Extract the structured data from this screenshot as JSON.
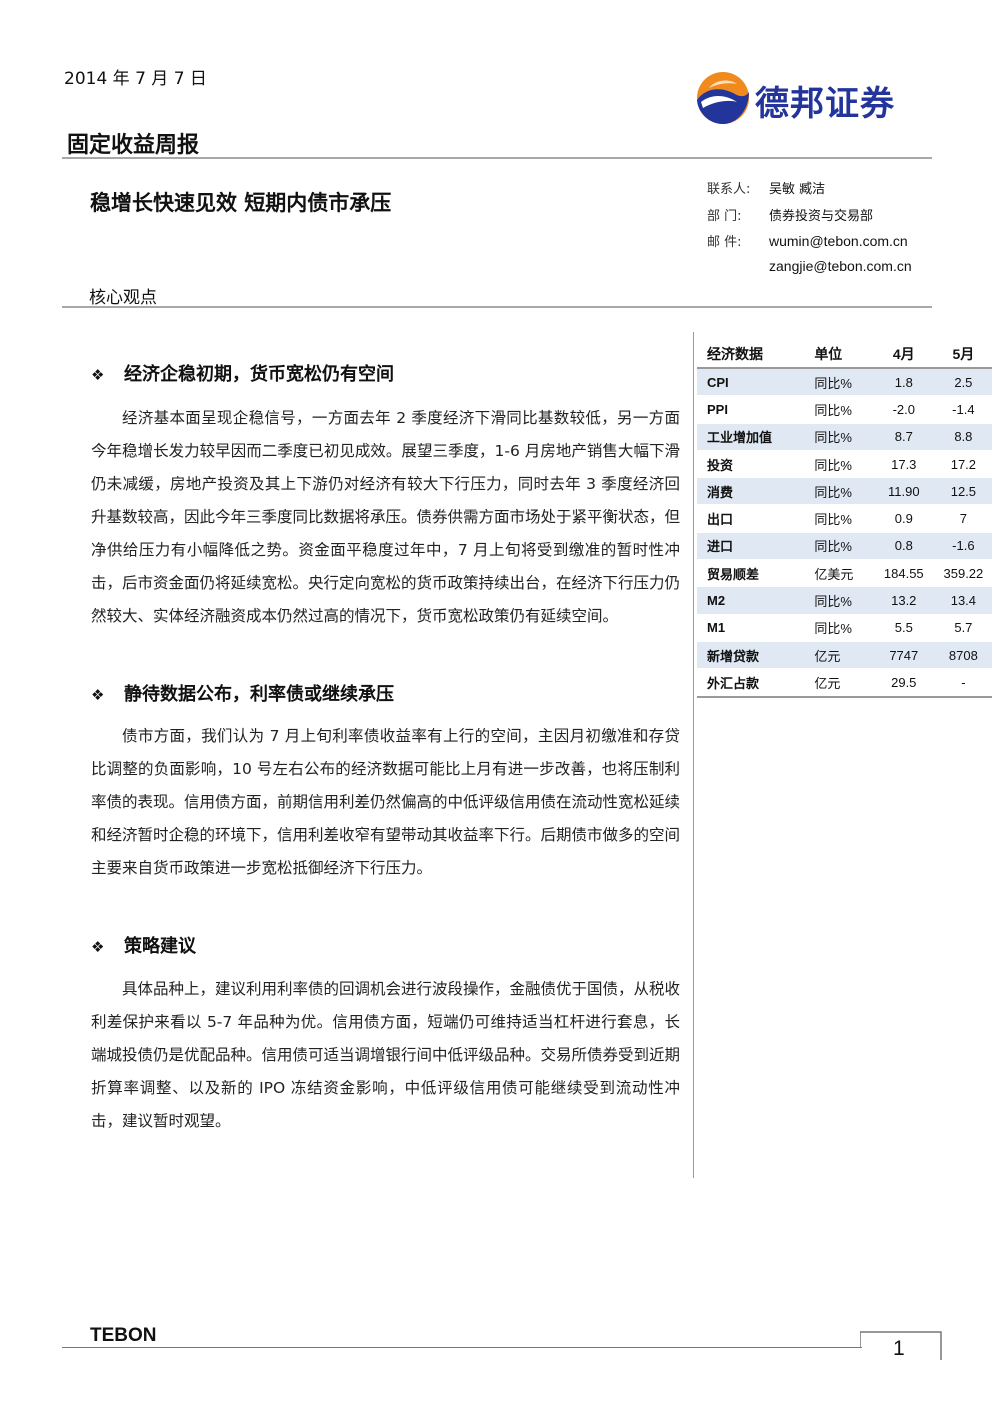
{
  "header": {
    "date": "2014 年 7 月 7 日",
    "logo_text": "德邦证券",
    "report_type": "固定收益周报"
  },
  "headline": "稳增长快速见效  短期内债市承压",
  "contact": {
    "contact_label": "联系人:",
    "contact_value": "吴敏  臧洁",
    "dept_label": "部   门:",
    "dept_value": "债券投资与交易部",
    "email_label": "邮   件:",
    "email_1": "wumin@tebon.com.cn",
    "email_2": "zangjie@tebon.com.cn"
  },
  "core_title": "核心观点",
  "bullet": "❖",
  "sections": [
    {
      "title": "经济企稳初期，货币宽松仍有空间",
      "text": "经济基本面呈现企稳信号，一方面去年 2 季度经济下滑同比基数较低，另一方面今年稳增长发力较早因而二季度已初见成效。展望三季度，1-6 月房地产销售大幅下滑仍未减缓，房地产投资及其上下游仍对经济有较大下行压力，同时去年 3 季度经济回升基数较高，因此今年三季度同比数据将承压。债券供需方面市场处于紧平衡状态，但净供给压力有小幅降低之势。资金面平稳度过年中，7 月上旬将受到缴准的暂时性冲击，后市资金面仍将延续宽松。央行定向宽松的货币政策持续出台，在经济下行压力仍然较大、实体经济融资成本仍然过高的情况下，货币宽松政策仍有延续空间。"
    },
    {
      "title": "静待数据公布，利率债或继续承压",
      "text": "债市方面，我们认为 7 月上旬利率债收益率有上行的空间，主因月初缴准和存贷比调整的负面影响，10 号左右公布的经济数据可能比上月有进一步改善，也将压制利率债的表现。信用债方面，前期信用利差仍然偏高的中低评级信用债在流动性宽松延续和经济暂时企稳的环境下，信用利差收窄有望带动其收益率下行。后期债市做多的空间主要来自货币政策进一步宽松抵御经济下行压力。"
    },
    {
      "title": "策略建议",
      "text": "具体品种上，建议利用利率债的回调机会进行波段操作，金融债优于国债，从税收利差保护来看以 5-7 年品种为优。信用债方面，短端仍可维持适当杠杆进行套息，长端城投债仍是优配品种。信用债可适当调增银行间中低评级品种。交易所债券受到近期折算率调整、以及新的 IPO 冻结资金影响，中低评级信用债可能继续受到流动性冲击，建议暂时观望。"
    }
  ],
  "table": {
    "headers": [
      "经济数据",
      "单位",
      "4月",
      "5月"
    ],
    "rows": [
      [
        "CPI",
        "同比%",
        "1.8",
        "2.5"
      ],
      [
        "PPI",
        "同比%",
        "-2.0",
        "-1.4"
      ],
      [
        "工业增加值",
        "同比%",
        "8.7",
        "8.8"
      ],
      [
        "投资",
        "同比%",
        "17.3",
        "17.2"
      ],
      [
        "消费",
        "同比%",
        "11.90",
        "12.5"
      ],
      [
        "出口",
        "同比%",
        "0.9",
        "7"
      ],
      [
        "进口",
        "同比%",
        "0.8",
        "-1.6"
      ],
      [
        "贸易顺差",
        "亿美元",
        "184.55",
        "359.22"
      ],
      [
        "M2",
        "同比%",
        "13.2",
        "13.4"
      ],
      [
        "M1",
        "同比%",
        "5.5",
        "5.7"
      ],
      [
        "新增贷款",
        "亿元",
        "7747",
        "8708"
      ],
      [
        "外汇占款",
        "亿元",
        "29.5",
        "-"
      ]
    ],
    "shade_color": "#dfe8f3"
  },
  "footer": {
    "brand": "TEBON",
    "page_number": "1"
  },
  "colors": {
    "logo_blue": "#23349a",
    "logo_orange": "#f08a1c",
    "rule_gray": "#a8a8a8"
  }
}
